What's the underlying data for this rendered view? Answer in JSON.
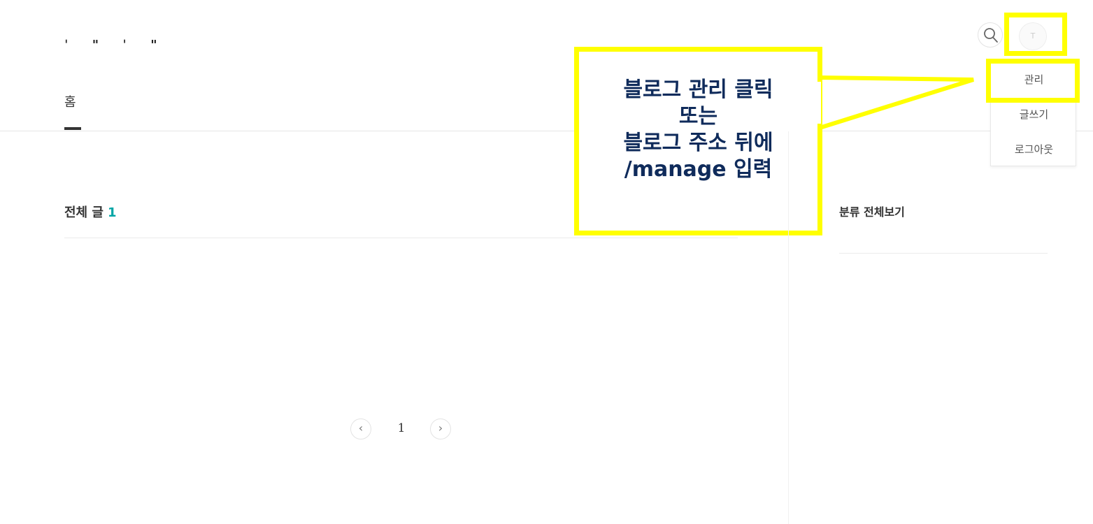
{
  "header": {
    "blog_title": "ˈ \" ˈ \"",
    "nav": {
      "home_label": "홈"
    }
  },
  "account_menu": {
    "avatar_initial": "T",
    "items": [
      {
        "label": "관리"
      },
      {
        "label": "글쓰기"
      },
      {
        "label": "로그아웃"
      }
    ]
  },
  "callout": {
    "lines": [
      "블로그 관리 클릭",
      "또는",
      "블로그 주소 뒤에",
      "/manage 입력"
    ],
    "highlight_color": "#ffff00",
    "text_color": "#0f2b5b"
  },
  "content": {
    "heading": "전체 글",
    "count": "1",
    "count_color": "#00a5a5"
  },
  "sidebar": {
    "category_heading": "분류 전체보기"
  },
  "pagination": {
    "prev_label": "‹",
    "current_page": "1",
    "next_label": "›"
  }
}
